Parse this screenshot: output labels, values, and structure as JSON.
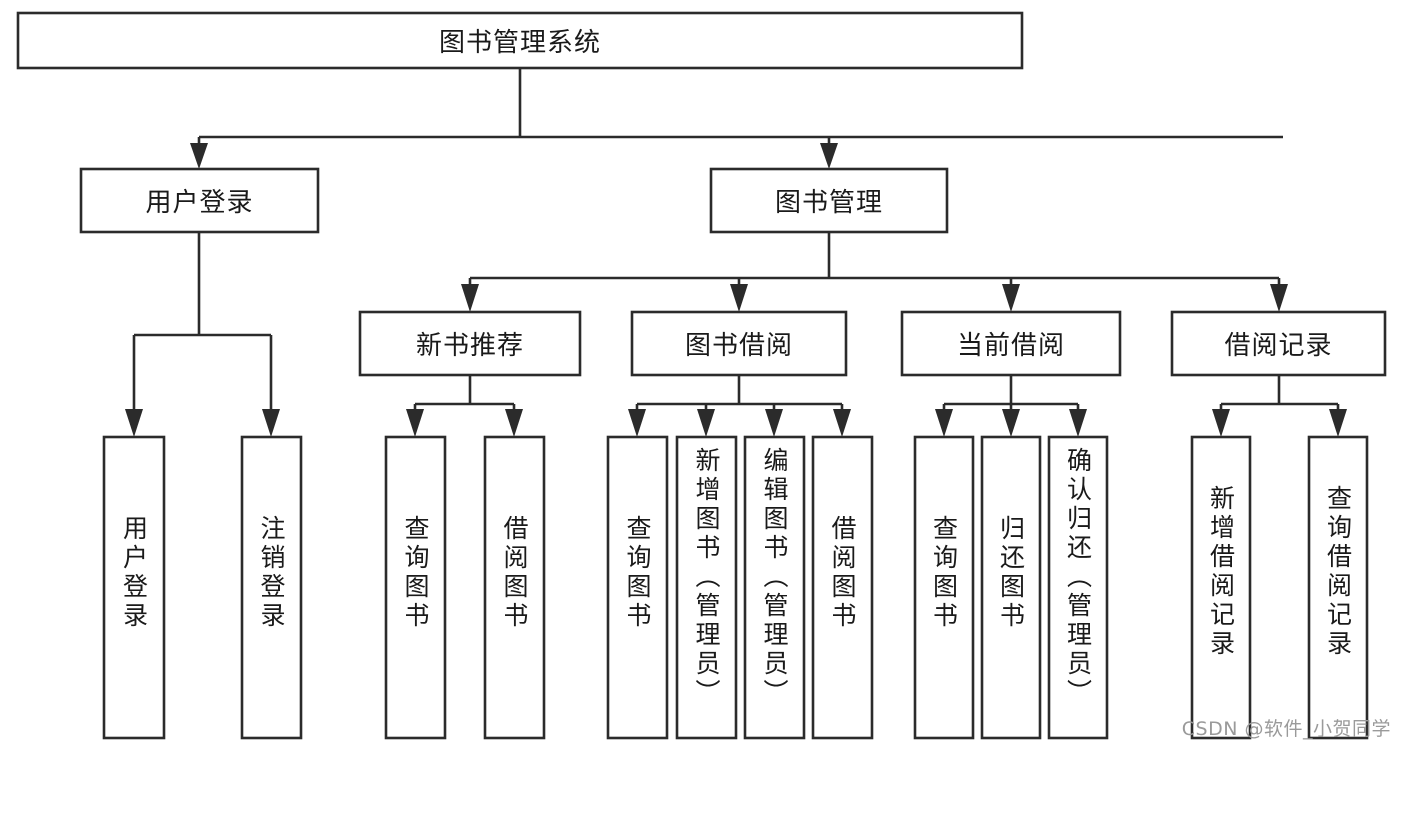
{
  "diagram": {
    "title": "图书管理系统",
    "type": "tree",
    "watermark": "CSDN @软件_小贺同学",
    "colors": {
      "stroke": "#2b2b2b",
      "fill": "#ffffff",
      "text": "#1a1a1a",
      "watermark": "#9a9a9a"
    },
    "root": {
      "label": "图书管理系统"
    },
    "level2": [
      {
        "label": "用户登录"
      },
      {
        "label": "图书管理"
      }
    ],
    "level3": [
      {
        "label": "新书推荐"
      },
      {
        "label": "图书借阅"
      },
      {
        "label": "当前借阅"
      },
      {
        "label": "借阅记录"
      }
    ],
    "leaves": {
      "user_login": [
        {
          "label": "用户登录"
        },
        {
          "label": "注销登录"
        }
      ],
      "new_book": [
        {
          "label": "查询图书"
        },
        {
          "label": "借阅图书"
        }
      ],
      "book_borrow": [
        {
          "label": "查询图书"
        },
        {
          "label": "新增图书（管理员）"
        },
        {
          "label": "编辑图书（管理员）"
        },
        {
          "label": "借阅图书"
        }
      ],
      "current_borrow": [
        {
          "label": "查询图书"
        },
        {
          "label": "归还图书"
        },
        {
          "label": "确认归还（管理员）"
        }
      ],
      "borrow_record": [
        {
          "label": "新增借阅记录"
        },
        {
          "label": "查询借阅记录"
        }
      ]
    }
  }
}
